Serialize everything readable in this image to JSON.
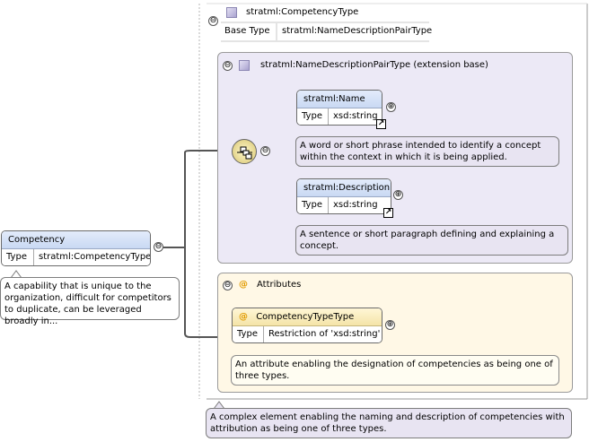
{
  "root_element": {
    "name": "Competency",
    "type_label": "Type",
    "type_value": "stratml:CompetencyType",
    "description": "A capability that is unique to the organization, difficult for competitors to duplicate, can be leveraged broadly in..."
  },
  "complex_type": {
    "name": "stratml:CompetencyType",
    "base_type_label": "Base Type",
    "base_type_value": "stratml:NameDescriptionPairType",
    "description": "A complex element enabling the naming and description of competencies with attribution as being one of three types."
  },
  "extension": {
    "title": "stratml:NameDescriptionPairType (extension base)",
    "children": [
      {
        "name": "stratml:Name",
        "type_label": "Type",
        "type_value": "xsd:string",
        "description": "A word or short phrase intended to identify a concept within the context in which it is being applied."
      },
      {
        "name": "stratml:Description",
        "type_label": "Type",
        "type_value": "xsd:string",
        "description": "A sentence or short paragraph defining and explaining a concept."
      }
    ]
  },
  "attributes": {
    "title": "Attributes",
    "at_symbol": "@",
    "item": {
      "name": "CompetencyTypeType",
      "type_label": "Type",
      "type_value": "Restriction of 'xsd:string'",
      "description": "An attribute enabling the designation of competencies as being one of three types."
    }
  },
  "icons": {
    "collapse": "⊖",
    "expand": "⊕",
    "link": "↗"
  }
}
